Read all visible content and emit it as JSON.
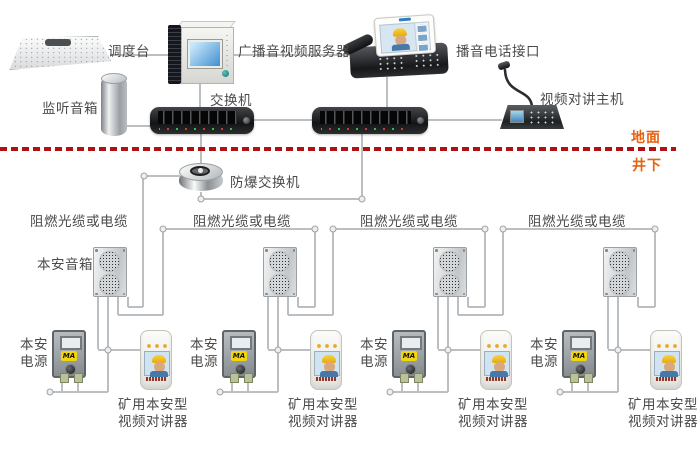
{
  "diagram": {
    "surface": {
      "dispatch_console": "调度台",
      "broadcast_av_server": "广播音视频服务器",
      "broadcast_phone_interface": "播音电话接口",
      "monitor_speaker": "监听音箱",
      "switch": "交换机",
      "video_intercom_host": "视频对讲主机"
    },
    "boundary": {
      "surface_label": "地面",
      "underground_label": "井下",
      "line_color": "#b21111",
      "label_color": "#e8610e"
    },
    "underground": {
      "explosionproof_switch": "防爆交换机",
      "cable_labels": [
        "阻燃光缆或电缆",
        "阻燃光缆或电缆",
        "阻燃光缆或电缆",
        "阻燃光缆或电缆"
      ],
      "safe_speaker_label": "本安音箱",
      "groups": [
        {
          "power_line1": "本安",
          "power_line2": "电源",
          "ma_badge": "MA",
          "device_line1": "矿用本安型",
          "device_line2": "视频对讲器"
        },
        {
          "power_line1": "本安",
          "power_line2": "电源",
          "ma_badge": "MA",
          "device_line1": "矿用本安型",
          "device_line2": "视频对讲器"
        },
        {
          "power_line1": "本安",
          "power_line2": "电源",
          "ma_badge": "MA",
          "device_line1": "矿用本安型",
          "device_line2": "视频对讲器"
        },
        {
          "power_line1": "本安",
          "power_line2": "电源",
          "ma_badge": "MA",
          "device_line1": "矿用本安型",
          "device_line2": "视频对讲器"
        }
      ]
    }
  }
}
